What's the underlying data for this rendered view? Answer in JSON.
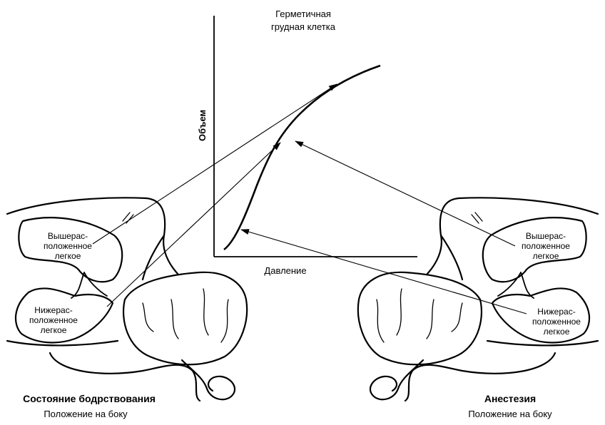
{
  "graph": {
    "title_line1": "Герметичная",
    "title_line2": "грудная клетка",
    "y_axis_label": "Объем",
    "x_axis_label": "Давление"
  },
  "left_panel": {
    "upper_lung_line1": "Вышерас-",
    "upper_lung_line2": "положенное",
    "upper_lung_line3": "легкое",
    "lower_lung_line1": "Нижерас-",
    "lower_lung_line2": "положенное",
    "lower_lung_line3": "легкое",
    "state": "Состояние бодрствования",
    "position": "Положение на боку"
  },
  "right_panel": {
    "upper_lung_line1": "Вышерас-",
    "upper_lung_line2": "положенное",
    "upper_lung_line3": "легкое",
    "lower_lung_line1": "Нижерас-",
    "lower_lung_line2": "положенное",
    "lower_lung_line3": "легкое",
    "state": "Анестезия",
    "position": "Положение на боку"
  }
}
